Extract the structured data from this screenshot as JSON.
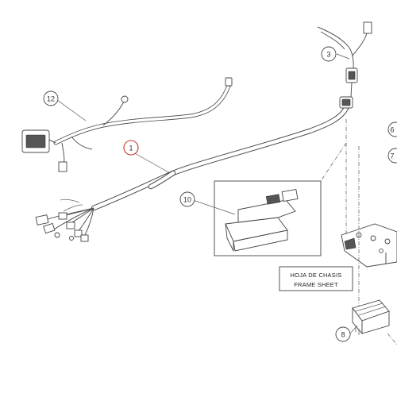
{
  "callouts": {
    "c1": "1",
    "c3": "3",
    "c6": "6",
    "c7": "7",
    "c8": "8",
    "c10": "10",
    "c12": "12"
  },
  "sheet_reference": {
    "line1": "HOJA DE CHASIS",
    "line2": "FRAME SHEET"
  },
  "colors": {
    "highlight_circle": "#c0392b",
    "line": "#555555",
    "background": "#ffffff"
  }
}
